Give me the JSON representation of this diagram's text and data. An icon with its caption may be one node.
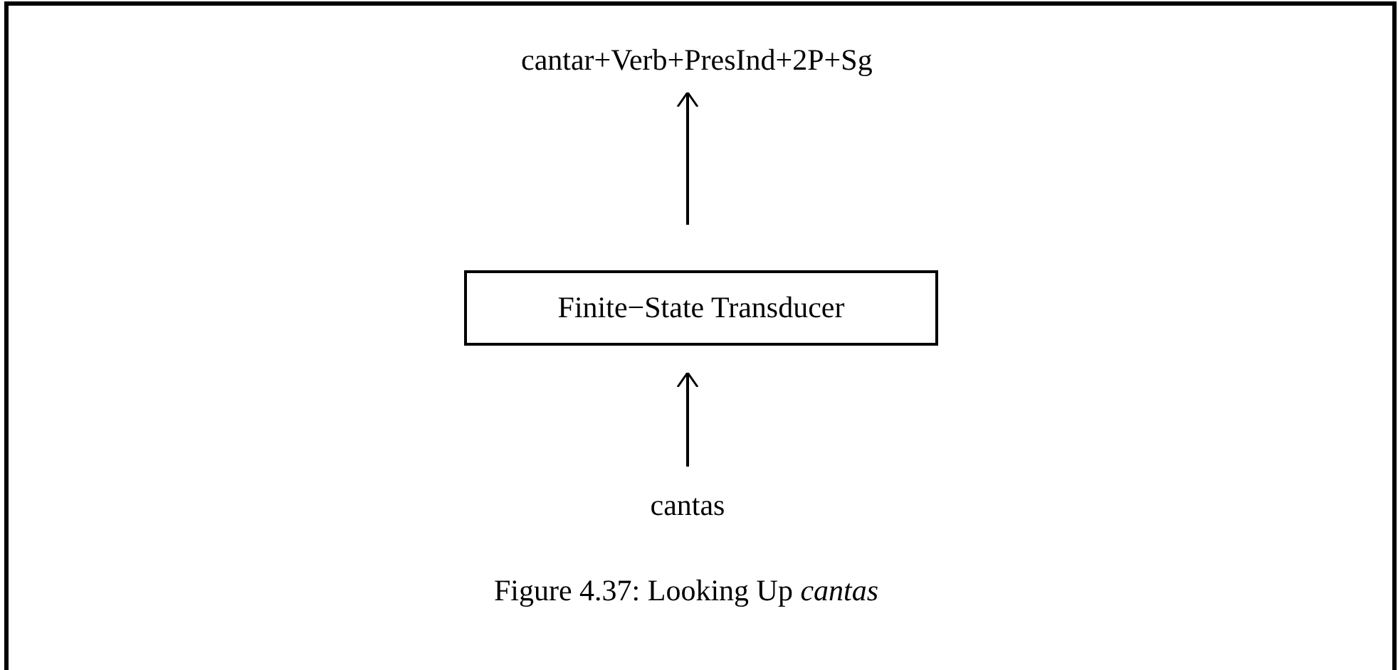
{
  "diagram": {
    "caption": "Figure 4.37: Looking Up *cantas*",
    "nodes": [
      {
        "text": [
          "cantar+Verb+PresInd+2P+Sg"
        ]
      },
      {
        "text": [
          "Finite−State Transducer"
        ]
      },
      {
        "text": [
          "cantas"
        ]
      }
    ],
    "edges": [
      {
        "from": 2,
        "to": 1,
        "arrow": "to"
      },
      {
        "from": 1,
        "to": 0,
        "arrow": "to"
      }
    ]
  }
}
